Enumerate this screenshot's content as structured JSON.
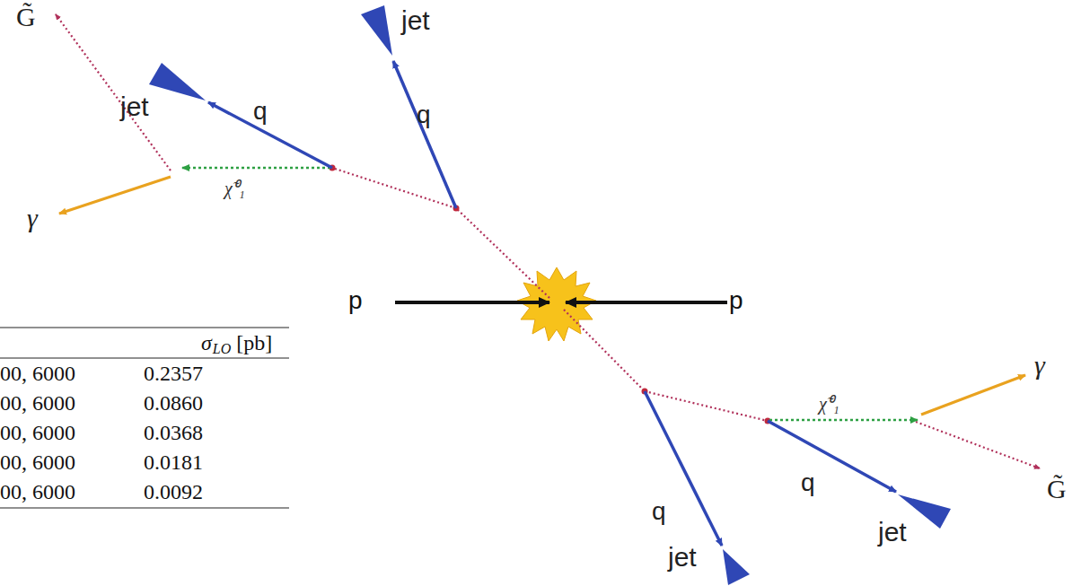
{
  "diagram": {
    "labels": [
      "jet",
      "jet",
      "q",
      "q",
      "G̃",
      "γ",
      "χ̃⁰₁",
      "p",
      "p",
      "γ",
      "χ̃⁰₁",
      "G̃",
      "q",
      "q",
      "jet",
      "jet",
      "σ",
      "LO",
      "[pb]",
      "00, 6000",
      "00, 6000",
      "00, 6000",
      "00, 6000",
      "00, 6000",
      "0.2357",
      "0.0860",
      "0.0368",
      "0.0181",
      "0.0092"
    ]
  }
}
